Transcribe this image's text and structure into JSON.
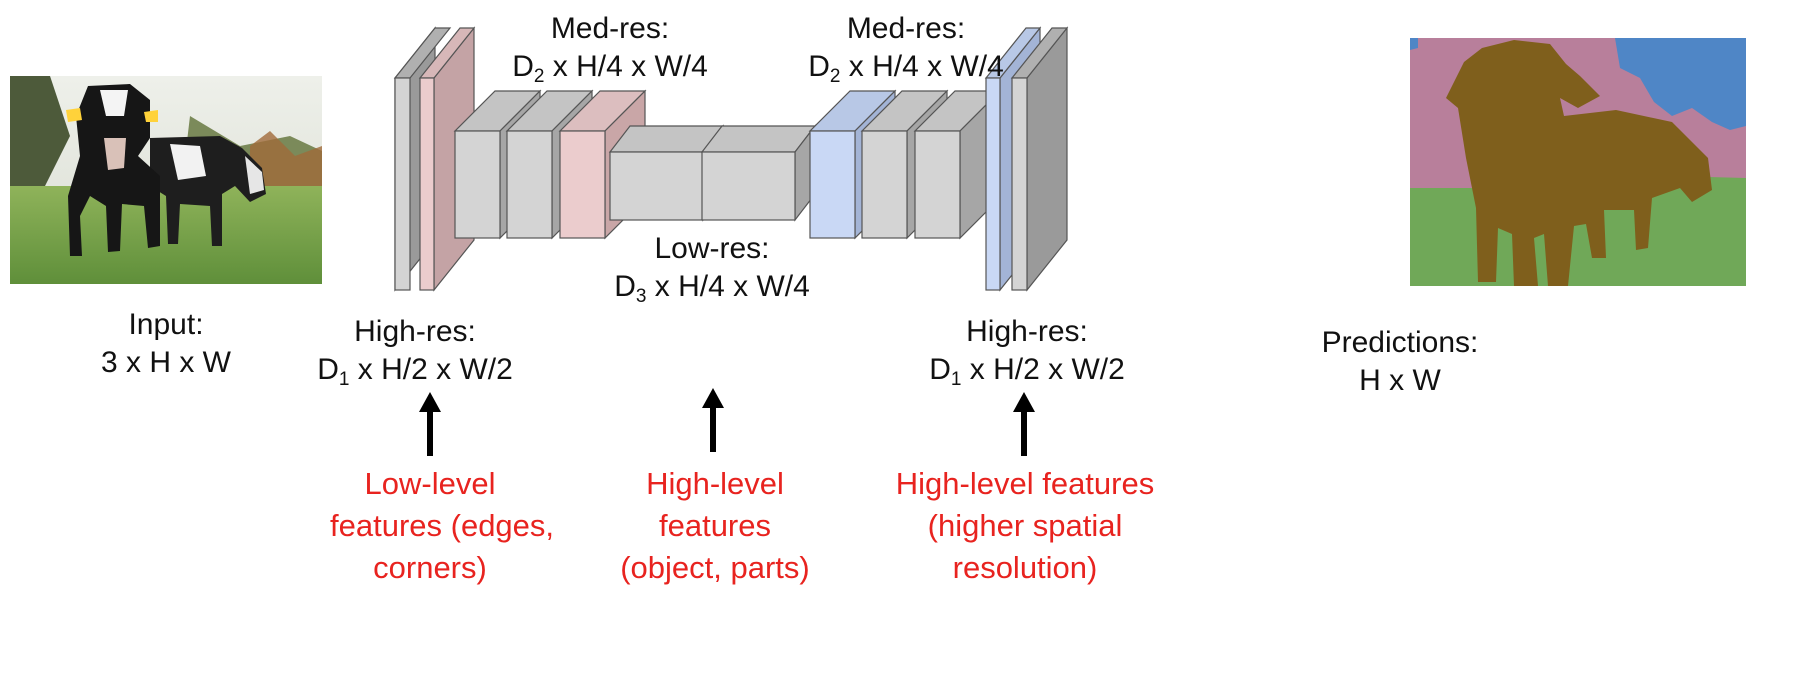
{
  "input_label": {
    "line1": "Input:",
    "line2": "3 x H x W"
  },
  "predictions_label": {
    "line1": "Predictions:",
    "line2": "H x W"
  },
  "high_res_left": {
    "line1": "High-res:",
    "prefix": "D",
    "sub": "1",
    "suffix": " x H/2 x W/2"
  },
  "med_res_left": {
    "line1": "Med-res:",
    "prefix": "D",
    "sub": "2",
    "suffix": " x H/4 x W/4"
  },
  "low_res": {
    "line1": "Low-res:",
    "prefix": "D",
    "sub": "3",
    "suffix": " x H/4 x W/4"
  },
  "med_res_right": {
    "line1": "Med-res:",
    "prefix": "D",
    "sub": "2",
    "suffix": " x H/4 x W/4"
  },
  "high_res_right": {
    "line1": "High-res:",
    "prefix": "D",
    "sub": "1",
    "suffix": " x H/2 x W/2"
  },
  "annotations": {
    "low_level": [
      "Low-level",
      "features (edges,",
      "corners)"
    ],
    "high_level": [
      "High-level",
      "features",
      "(object, parts)"
    ],
    "high_level_spatial": [
      "High-level features",
      "(higher spatial",
      "resolution)"
    ]
  },
  "colors": {
    "block_gray": "#d4d4d4",
    "block_pink": "#ebcccd",
    "block_blue": "#c9d8f5",
    "annotation_red": "#e8231f",
    "segment_background": "#b87f9b",
    "segment_sky": "#4f86c6",
    "segment_grass": "#70a858",
    "segment_cow": "#7f5f1c"
  },
  "icons": {
    "arrows": "up-arrow-icon"
  }
}
